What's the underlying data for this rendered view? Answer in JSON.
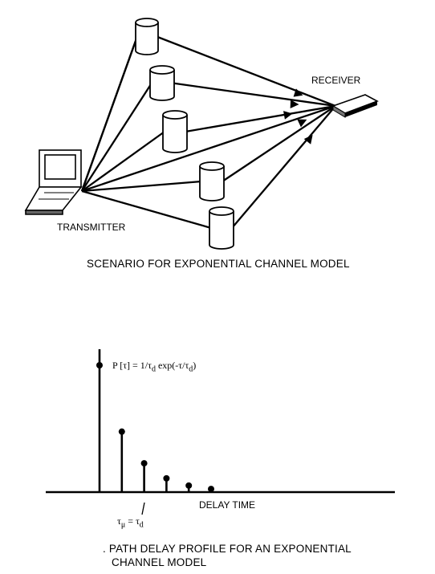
{
  "scenario": {
    "receiver_label": "RECEIVER",
    "transmitter_label": "TRANSMITTER",
    "caption": "SCENARIO FOR EXPONENTIAL CHANNEL MODEL"
  },
  "profile": {
    "formula": "P [τ] = 1/τ",
    "formula_sub": "d",
    "formula_rest": " exp(-τ/τ",
    "formula_sub2": "d",
    "formula_end": ")",
    "x_axis_label": "DELAY TIME",
    "tau_mu": "τ",
    "tau_mu_sub": "μ",
    "tau_eq": " = τ",
    "tau_d_sub": "d",
    "caption_line1": ". PATH DELAY PROFILE FOR AN EXPONENTIAL",
    "caption_line2": "CHANNEL MODEL",
    "impulse_count": 6
  }
}
